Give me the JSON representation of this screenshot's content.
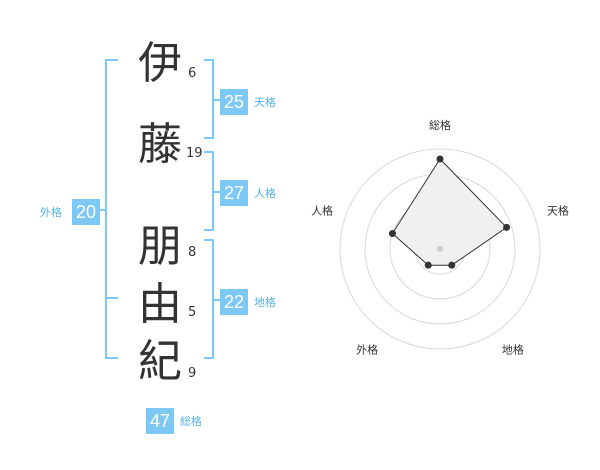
{
  "name_chars": [
    {
      "char": "伊",
      "strokes": "6"
    },
    {
      "char": "藤",
      "strokes": "19"
    },
    {
      "char": "朋",
      "strokes": "8"
    },
    {
      "char": "由",
      "strokes": "5"
    },
    {
      "char": "紀",
      "strokes": "9"
    }
  ],
  "kakusu": {
    "tenkaku": {
      "value": "25",
      "label": "天格"
    },
    "jinkaku": {
      "value": "27",
      "label": "人格"
    },
    "chikaku": {
      "value": "22",
      "label": "地格"
    },
    "gaikaku": {
      "value": "20",
      "label": "外格"
    },
    "soukaku": {
      "value": "47",
      "label": "総格"
    }
  },
  "colors": {
    "accent": "#7ec8f5",
    "label": "#56b4e9",
    "bracket": "#7ec8f5",
    "text": "#333333"
  },
  "chart_data": {
    "type": "radar",
    "axes": [
      "総格",
      "天格",
      "地格",
      "外格",
      "人格"
    ],
    "values": [
      0.9,
      0.7,
      0.2,
      0.2,
      0.5
    ],
    "rings": 4
  }
}
